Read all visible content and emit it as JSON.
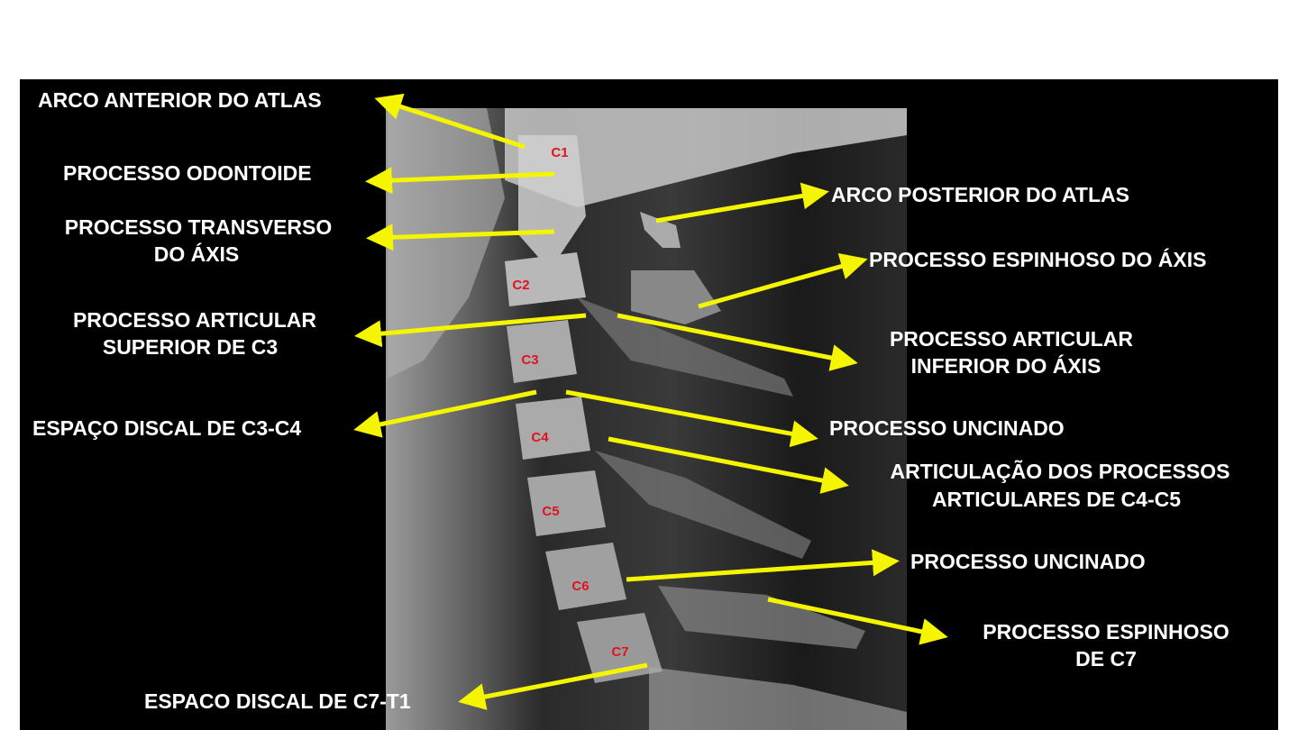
{
  "vertebrae": [
    "C1",
    "C2",
    "C3",
    "C4",
    "C5",
    "C6",
    "C7"
  ],
  "labels": {
    "arco_anterior_atlas": "ARCO ANTERIOR DO ATLAS",
    "processo_odontoide": "PROCESSO ODONTOIDE",
    "processo_transverso_1": "PROCESSO TRANSVERSO",
    "processo_transverso_2": "DO ÁXIS",
    "arco_posterior_atlas": "ARCO POSTERIOR DO ATLAS",
    "processo_espinhoso_axis": "PROCESSO ESPINHOSO DO ÁXIS",
    "articular_superior_1": "PROCESSO ARTICULAR",
    "articular_superior_2": "SUPERIOR DE C3",
    "articular_inferior_1": "PROCESSO ARTICULAR",
    "articular_inferior_2": "INFERIOR DO ÁXIS",
    "espaco_discal_c3c4": "ESPAÇO DISCAL DE C3-C4",
    "processo_uncinado_1": "PROCESSO UNCINADO",
    "articulacao_1": "ARTICULAÇÃO DOS PROCESSOS",
    "articulacao_2": "ARTICULARES DE C4-C5",
    "processo_uncinado_2": "PROCESSO UNCINADO",
    "espinhoso_c7_1": "PROCESSO ESPINHOSO",
    "espinhoso_c7_2": "DE C7",
    "espaco_discal_c7t1": "ESPACO DISCAL DE C7-T1"
  },
  "colors": {
    "arrow": "#f5f500",
    "vertebra_label": "#e0141e",
    "label_text": "#ffffff",
    "background": "#000000"
  }
}
